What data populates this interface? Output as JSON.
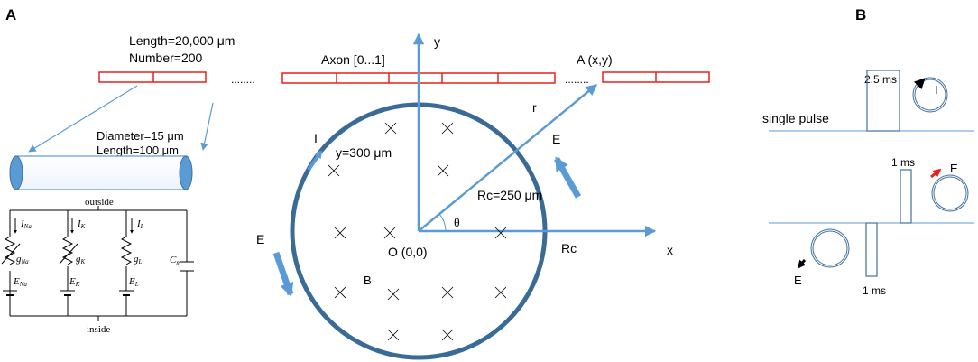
{
  "panels": {
    "a_label": "A",
    "b_label": "B"
  },
  "axon": {
    "length": "Length=20,000 μm",
    "number": "Number=200",
    "ellipsis_left": "........",
    "ellipsis_right": "........",
    "label": "Axon [0...1]",
    "point": "A (x,y)",
    "segment_color": "#e8201c"
  },
  "compartment": {
    "diameter": "Diameter=15 μm",
    "length": "Length=100 μm"
  },
  "circuit": {
    "outside": "outside",
    "inside": "inside",
    "i_na": "I",
    "i_na_sub": "Na",
    "i_k": "I",
    "i_k_sub": "K",
    "i_l": "I",
    "i_l_sub": "L",
    "g_na": "g",
    "g_na_sub": "Na",
    "g_k": "g",
    "g_k_sub": "K",
    "g_l": "g",
    "g_l_sub": "L",
    "e_na": "E",
    "e_na_sub": "Na",
    "e_k": "E",
    "e_k_sub": "K",
    "e_l": "E",
    "e_l_sub": "L",
    "c_m": "C",
    "c_m_sub": "m"
  },
  "coil": {
    "y_axis": "y",
    "x_axis": "x",
    "r_label": "r",
    "theta": "θ",
    "origin": "O (0,0)",
    "rc": "Rc",
    "rc_value": "Rc=250 μm",
    "y_value": "y=300 μm",
    "current": "I",
    "e_right": "E",
    "e_left": "E",
    "b_field": "B",
    "ring_color": "#3a6a96",
    "arrow_color": "#5b9bd5"
  },
  "pulses": {
    "single_label": "single pulse",
    "single_duration": "2.5 ms",
    "single_current": "I",
    "upper_duration": "1 ms",
    "lower_duration": "1 ms",
    "upper_e": "E",
    "lower_e": "E",
    "red_arrow": "#e8201c"
  }
}
